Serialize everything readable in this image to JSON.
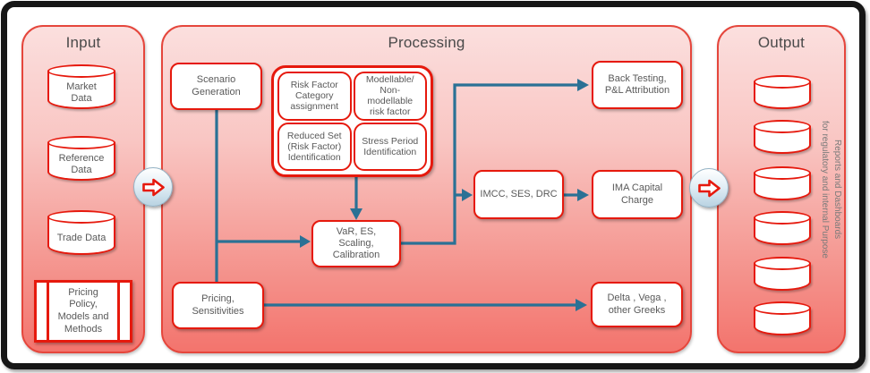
{
  "colors": {
    "panel_gradient_top": "#fbdfde",
    "panel_gradient_bottom": "#f3746d",
    "panel_border": "#e5463c",
    "node_border": "#e6190d",
    "node_fill": "#ffffff",
    "connector_teal": "#2a7195",
    "text_gray": "#595959",
    "frame_black": "#161616"
  },
  "input": {
    "title": "Input",
    "cylinders": [
      {
        "label": "Market\nData"
      },
      {
        "label": "Reference\nData"
      },
      {
        "label": "Trade Data"
      }
    ],
    "predefined_process": {
      "label": "Pricing\nPolicy,\nModels and\nMethods"
    }
  },
  "processing": {
    "title": "Processing",
    "nodes": {
      "scenario": "Scenario\nGeneration",
      "risk_category": "Risk Factor\nCategory\nassignment",
      "modellable": "Modellable/\nNon-\nmodellable\nrisk factor",
      "reduced_set": "Reduced Set\n(Risk Factor)\nIdentification",
      "stress_period": "Stress Period\nIdentification",
      "back_testing": "Back Testing,\nP&L Attribution",
      "imcc": "IMCC, SES, DRC",
      "ima_capital": "IMA Capital\nCharge",
      "var_es": "VaR, ES,\nScaling,\nCalibration",
      "pricing_sens": "Pricing,\nSensitivities",
      "greeks": "Delta , Vega ,\nother Greeks"
    }
  },
  "output": {
    "title": "Output",
    "cylinder_count": 6,
    "side_note_line1": "Reports and Dashboards",
    "side_note_line2": "for regulatory and internal Purpose"
  }
}
